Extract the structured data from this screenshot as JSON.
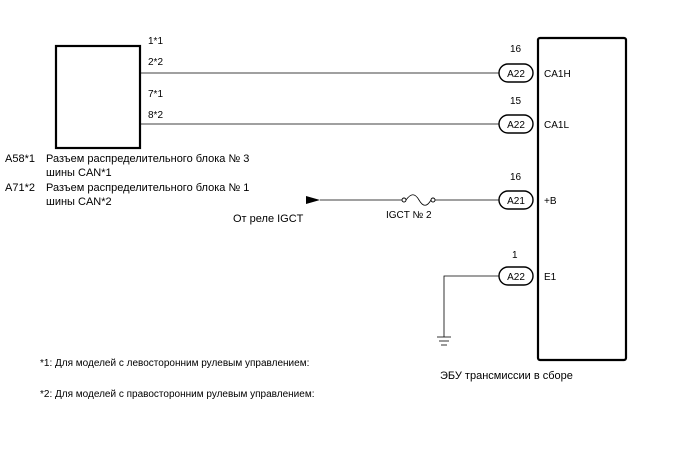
{
  "left_block": {
    "pins": [
      "1*1",
      "2*2",
      "7*1",
      "8*2"
    ],
    "connectors": [
      {
        "code": "A58*1",
        "line1": "Разъем распределительного блока № 3",
        "line2": "шины CAN*1"
      },
      {
        "code": "A71*2",
        "line1": "Разъем распределительного блока № 1",
        "line2": "шины CAN*2"
      }
    ]
  },
  "ecu": {
    "label": "ЭБУ трансмиссии в сборе",
    "terminals": [
      {
        "pin": "16",
        "connector": "A22",
        "signal": "CA1H"
      },
      {
        "pin": "15",
        "connector": "A22",
        "signal": "CA1L"
      },
      {
        "pin": "16",
        "connector": "A21",
        "signal": "+B"
      },
      {
        "pin": "1",
        "connector": "A22",
        "signal": "E1"
      }
    ]
  },
  "fuse": {
    "label": "IGCT № 2"
  },
  "source": {
    "label": "От реле IGCT"
  },
  "notes": [
    "*1: Для моделей с левосторонним рулевым управлением:",
    "*2: Для моделей с правосторонним рулевым управлением:"
  ]
}
